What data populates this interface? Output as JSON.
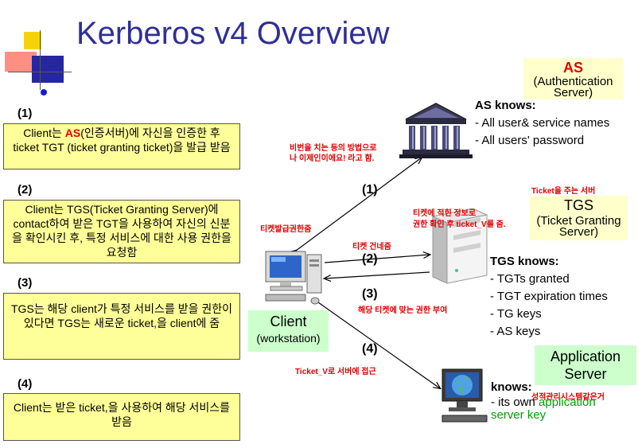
{
  "title": "Kerberos v4 Overview",
  "steps": [
    {
      "num": "(1)",
      "pre": "Client는 ",
      "highlight": "AS",
      "post": "(인증서버)에 자신을 인증한 후 ticket TGT (ticket granting ticket)을 발급 받음"
    },
    {
      "num": "(2)",
      "text": "Client는 TGS(Ticket Granting Server)에 contact하여 받은 TGT을 사용하여 자신의 신분을 확인시킨 후, 특정 서비스에 대한 사용 권한을 요청함"
    },
    {
      "num": "(3)",
      "text": "TGS는 해당 client가 특정 서비스를 받을 권한이 있다면 TGS는 새로운 ticket,을 client에 줌"
    },
    {
      "num": "(4)",
      "text": "Client는 받은 ticket,을 사용하여 해당 서비스를 받음"
    }
  ],
  "as_box": {
    "name": "AS",
    "full_line1": "(Authentication",
    "full_line2": "Server)"
  },
  "as_knows": {
    "title": "AS knows:",
    "items": [
      "- All user& service names",
      "- All users' password"
    ]
  },
  "tgs_box": {
    "name": "TGS",
    "full_line1": "(Ticket Granting",
    "full_line2": "Server)"
  },
  "tgs_knows": {
    "title": "TGS knows:",
    "items": [
      "- TGTs granted",
      "- TGT expiration times",
      "- TG keys",
      "- AS keys"
    ]
  },
  "app_box": {
    "line1": "Application",
    "line2": "Server"
  },
  "app_knows": {
    "title": "knows:",
    "item_prefix": "- its own ",
    "item_green_1": "application",
    "item_green_2": "server key"
  },
  "client_box": {
    "line1": "Client",
    "line2": "(workstation)"
  },
  "arrow_labels": [
    "(1)",
    "(2)",
    "(3)",
    "(4)"
  ],
  "annotations": {
    "as_note_1": "비번을 치는 등의 방법으로",
    "as_note_2": "나 이제인이에요! 라고 함.",
    "tgs_server_note": "Ticket을 주는 서버",
    "tgs_check_1": "티켓에 적힌 정보로",
    "tgs_check_2": "권한 확인 후 ticket_V를 줌.",
    "ticket_issue_right": "티켓발급권한줌",
    "ticket_hand": "티켓 건네줌",
    "grant_right": "해당 티켓에 맞는 권한 부여",
    "access_server": "Ticket_V로 서버에 접근",
    "app_note": "성적관리시스템같은거"
  },
  "colors": {
    "title": "#2f2f9a",
    "step_box": "#ffff99",
    "as_box": "#ffffcc",
    "green_box": "#ccffcc",
    "annotation": "#e00000",
    "green_text": "#00a000"
  }
}
